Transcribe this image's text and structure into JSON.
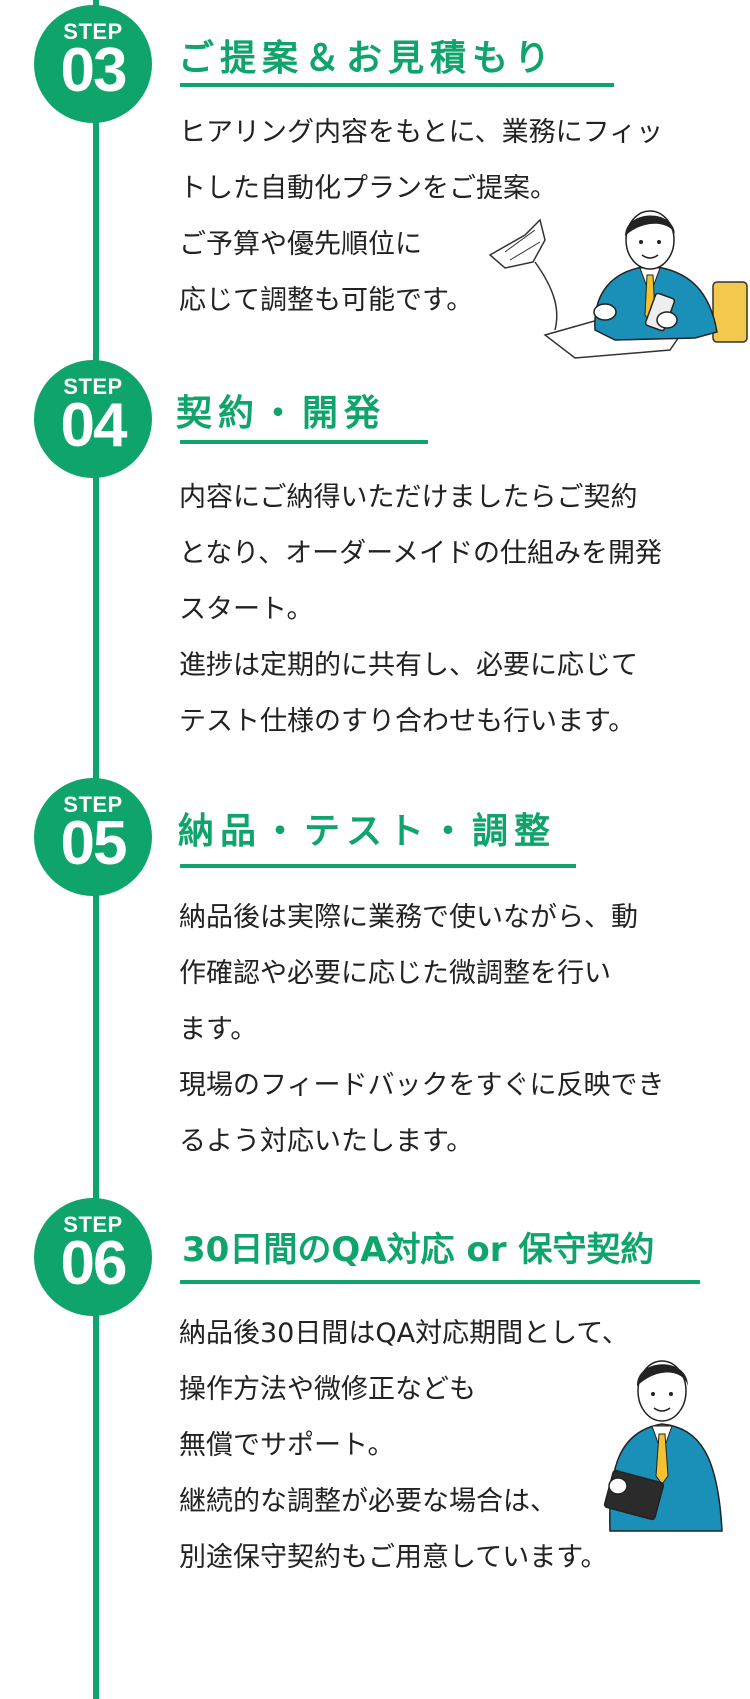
{
  "theme": {
    "accent": "#0fa46b"
  },
  "steps": [
    {
      "label": "STEP",
      "number": "03",
      "title": "ご提案＆お見積もり",
      "lines": [
        "ヒアリング内容をもとに、業務にフィッ",
        "トした自動化プランをご提案。",
        "ご予算や優先順位に",
        "応じて調整も可能です。"
      ]
    },
    {
      "label": "STEP",
      "number": "04",
      "title": "契約・開発",
      "lines": [
        "内容にご納得いただけましたらご契約",
        "となり、オーダーメイドの仕組みを開発",
        "スタート。",
        "進捗は定期的に共有し、必要に応じて",
        "テスト仕様のすり合わせも行います。"
      ]
    },
    {
      "label": "STEP",
      "number": "05",
      "title": "納品・テスト・調整",
      "lines": [
        "納品後は実際に業務で使いながら、動",
        "作確認や必要に応じた微調整を行い",
        "ます。",
        "現場のフィードバックをすぐに反映でき",
        "るよう対応いたします。"
      ]
    },
    {
      "label": "STEP",
      "number": "06",
      "title": "30日間のQA対応 or 保守契約",
      "lines": [
        "納品後30日間はQA対応期間として、",
        "操作方法や微修正なども",
        "無償でサポート。",
        "継続的な調整が必要な場合は、",
        "別途保守契約もご用意しています。"
      ]
    }
  ],
  "illustrations": {
    "step03": "businessman-with-calculator-illustration",
    "step06": "businessman-with-tablet-illustration"
  }
}
